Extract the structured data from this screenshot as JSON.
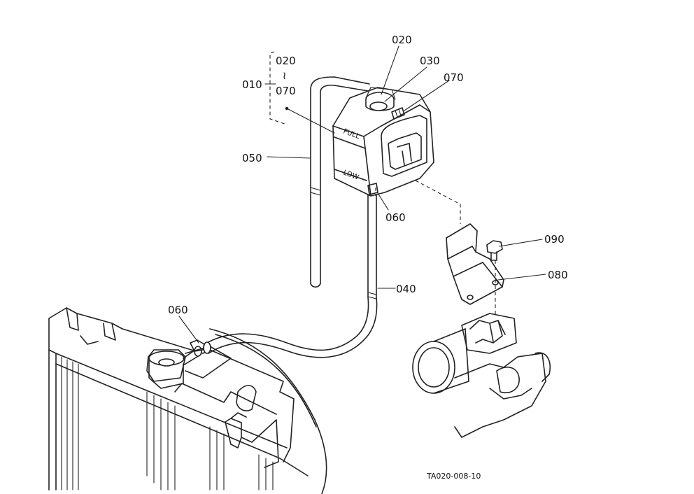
{
  "labels": {
    "p010": "010",
    "p020_top": "020",
    "p070_range": "070",
    "range_mark": "~",
    "p020": "020",
    "p030": "030",
    "p070": "070",
    "p050": "050",
    "p060_tank": "060",
    "p040": "040",
    "p060_neck": "060",
    "p090": "090",
    "p080": "080"
  },
  "tank_marks": {
    "full": "FULL",
    "low": "LOW"
  },
  "drawing_code": "TA020-008-10"
}
